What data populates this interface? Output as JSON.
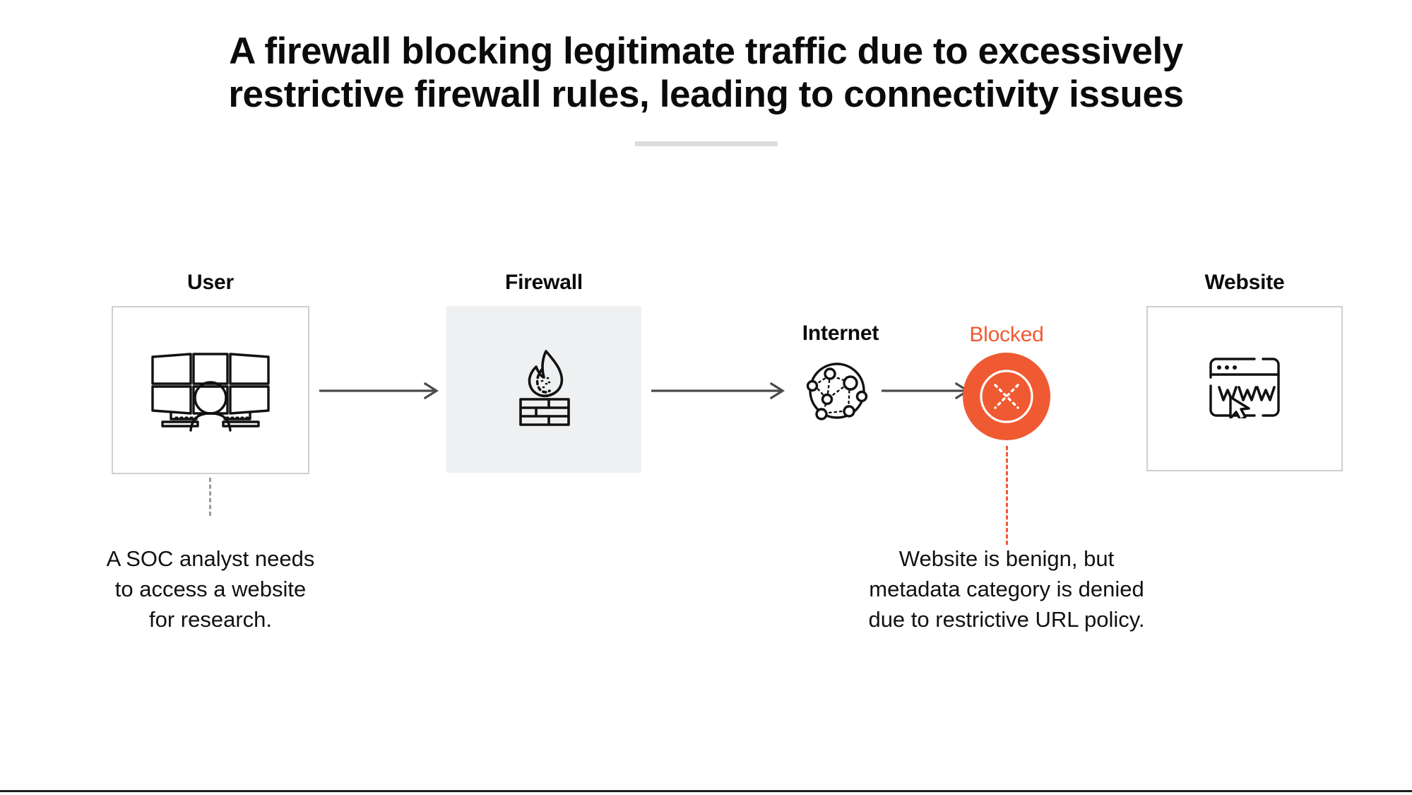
{
  "title": {
    "text": "A firewall blocking legitimate traffic due to excessively restrictive firewall rules, leading to connectivity issues"
  },
  "colors": {
    "accent_orange": "#F05A32",
    "box_border_gray": "#cfcfcf",
    "firewall_fill_gray": "#eef0f1",
    "arrow_gray": "#4a4a4a",
    "divider_gray": "#dcdcdc",
    "connector_gray": "#9a9a9a",
    "text_black": "#111111"
  },
  "diagram": {
    "type": "flow",
    "nodes": [
      {
        "id": "user",
        "label": "User",
        "icon": "soc-analyst-workstation-icon",
        "style": "bordered-box"
      },
      {
        "id": "firewall",
        "label": "Firewall",
        "icon": "firewall-flame-brick-icon",
        "style": "filled-box"
      },
      {
        "id": "internet",
        "label": "Internet",
        "icon": "internet-network-globe-icon",
        "style": "bare"
      },
      {
        "id": "blocked",
        "label": "Blocked",
        "icon": "blocked-x-circle-icon",
        "style": "accent-circle"
      },
      {
        "id": "website",
        "label": "Website",
        "icon": "browser-www-cursor-icon",
        "style": "bordered-box"
      }
    ],
    "arrows": [
      {
        "id": "arrow-user-firewall",
        "from": "user",
        "to": "firewall"
      },
      {
        "id": "arrow-firewall-internet",
        "from": "firewall",
        "to": "internet"
      },
      {
        "id": "arrow-internet-blocked",
        "from": "internet",
        "to": "blocked"
      }
    ],
    "captions": [
      {
        "id": "user-caption",
        "anchor": "user",
        "connector": "gray-dashed",
        "text": "A SOC analyst needs\nto access a website\nfor research."
      },
      {
        "id": "blocked-caption",
        "anchor": "blocked",
        "connector": "orange-dashed",
        "text": "Website is benign, but\nmetadata category is denied\ndue to restrictive URL policy."
      }
    ]
  }
}
